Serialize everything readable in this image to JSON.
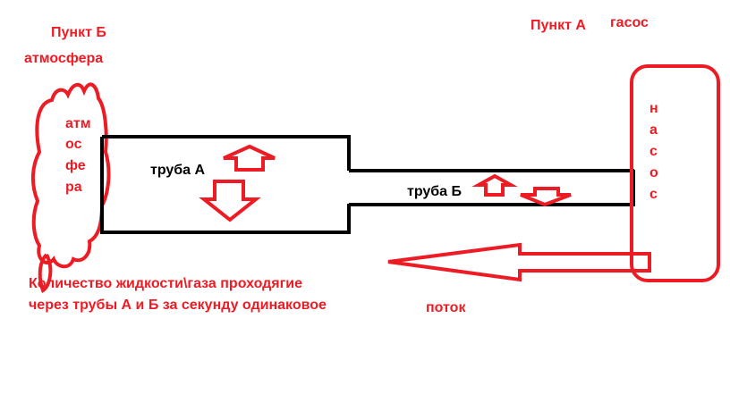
{
  "colors": {
    "accent": "#ed1c24",
    "pipe": "#000000",
    "background": "#ffffff"
  },
  "labels": {
    "point_b": "Пункт Б",
    "atmosphere": "атмосфера",
    "cloud_lines": [
      "атм",
      "ос",
      "фе",
      "ра"
    ],
    "pipe_a": "труба А",
    "pipe_b": "труба Б",
    "point_a": "Пункт А",
    "pump_top": "гасос",
    "pump_letters": [
      "н",
      "а",
      "с",
      "о",
      "с"
    ],
    "note_lines": [
      "Количество жидкости\\газа проходягие",
      "через трубы А и Б за секунду одинаковое"
    ],
    "flow": "поток"
  }
}
